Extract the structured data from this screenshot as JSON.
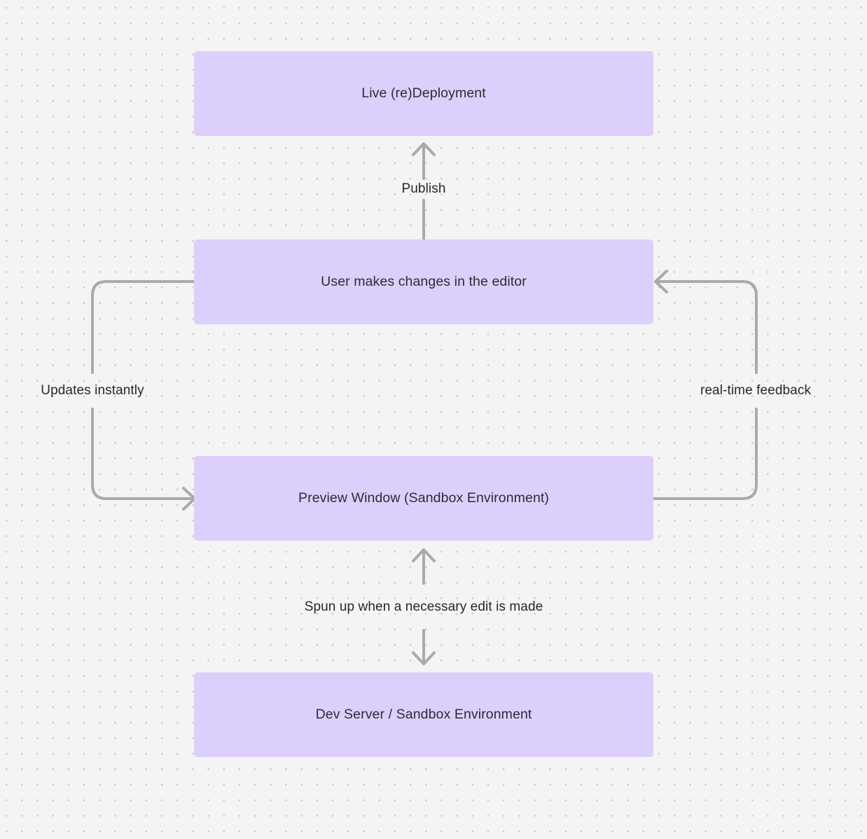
{
  "diagram": {
    "type": "flowchart",
    "background": {
      "color": "#f4f4f4",
      "dot_color": "#c9c9c9",
      "pattern": "dot-grid"
    },
    "node_style": {
      "fill": "#dccffb",
      "text_color": "#2c2c34"
    },
    "edge_style": {
      "stroke": "#aaaaaa",
      "stroke_width": 4,
      "label_color": "#26262e"
    },
    "nodes": [
      {
        "id": "live",
        "label": "Live (re)Deployment"
      },
      {
        "id": "editor",
        "label": "User makes changes in the editor"
      },
      {
        "id": "preview",
        "label": "Preview Window (Sandbox Environment)"
      },
      {
        "id": "devserver",
        "label": "Dev Server / Sandbox Environment"
      }
    ],
    "edges": [
      {
        "id": "publish",
        "from": "editor",
        "to": "live",
        "label": "Publish",
        "direction": "up"
      },
      {
        "id": "updates",
        "from": "editor",
        "to": "preview",
        "label": "Updates instantly",
        "direction": "left-loop-down"
      },
      {
        "id": "realtime",
        "from": "preview",
        "to": "editor",
        "label": "real-time feedback",
        "direction": "right-loop-up"
      },
      {
        "id": "spunup",
        "from": "preview",
        "to": "devserver",
        "label": "Spun up when a necessary edit is made",
        "direction": "bidirectional"
      }
    ]
  }
}
